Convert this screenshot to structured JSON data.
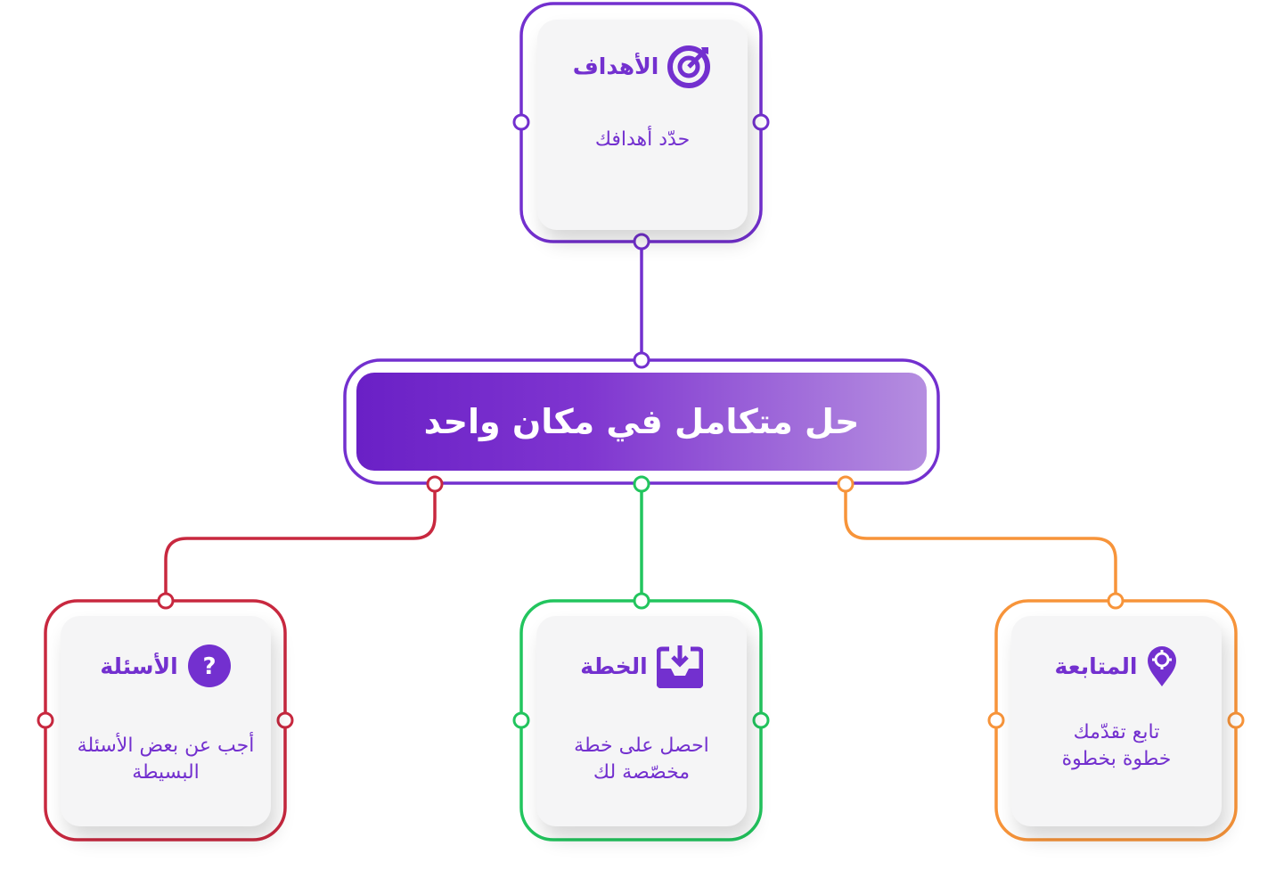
{
  "colors": {
    "purple": "#7330cf",
    "red": "#c8283f",
    "green": "#22c55e",
    "orange": "#f7943a"
  },
  "center": {
    "title": "حل متكامل في مكان واحد"
  },
  "cards": [
    {
      "title": "الأهداف",
      "description": "حدّد أهدافك",
      "icon": "target-icon"
    },
    {
      "title": "الأسئلة",
      "description": "أجب عن بعض الأسئلة البسيطة",
      "icon": "question-icon"
    },
    {
      "title": "الخطة",
      "description": "احصل على خطة مخصّصة لك",
      "icon": "inbox-download-icon"
    },
    {
      "title": "المتابعة",
      "description": "تابع تقدّمك خطوة بخطوة",
      "icon": "map-pin-icon"
    }
  ]
}
